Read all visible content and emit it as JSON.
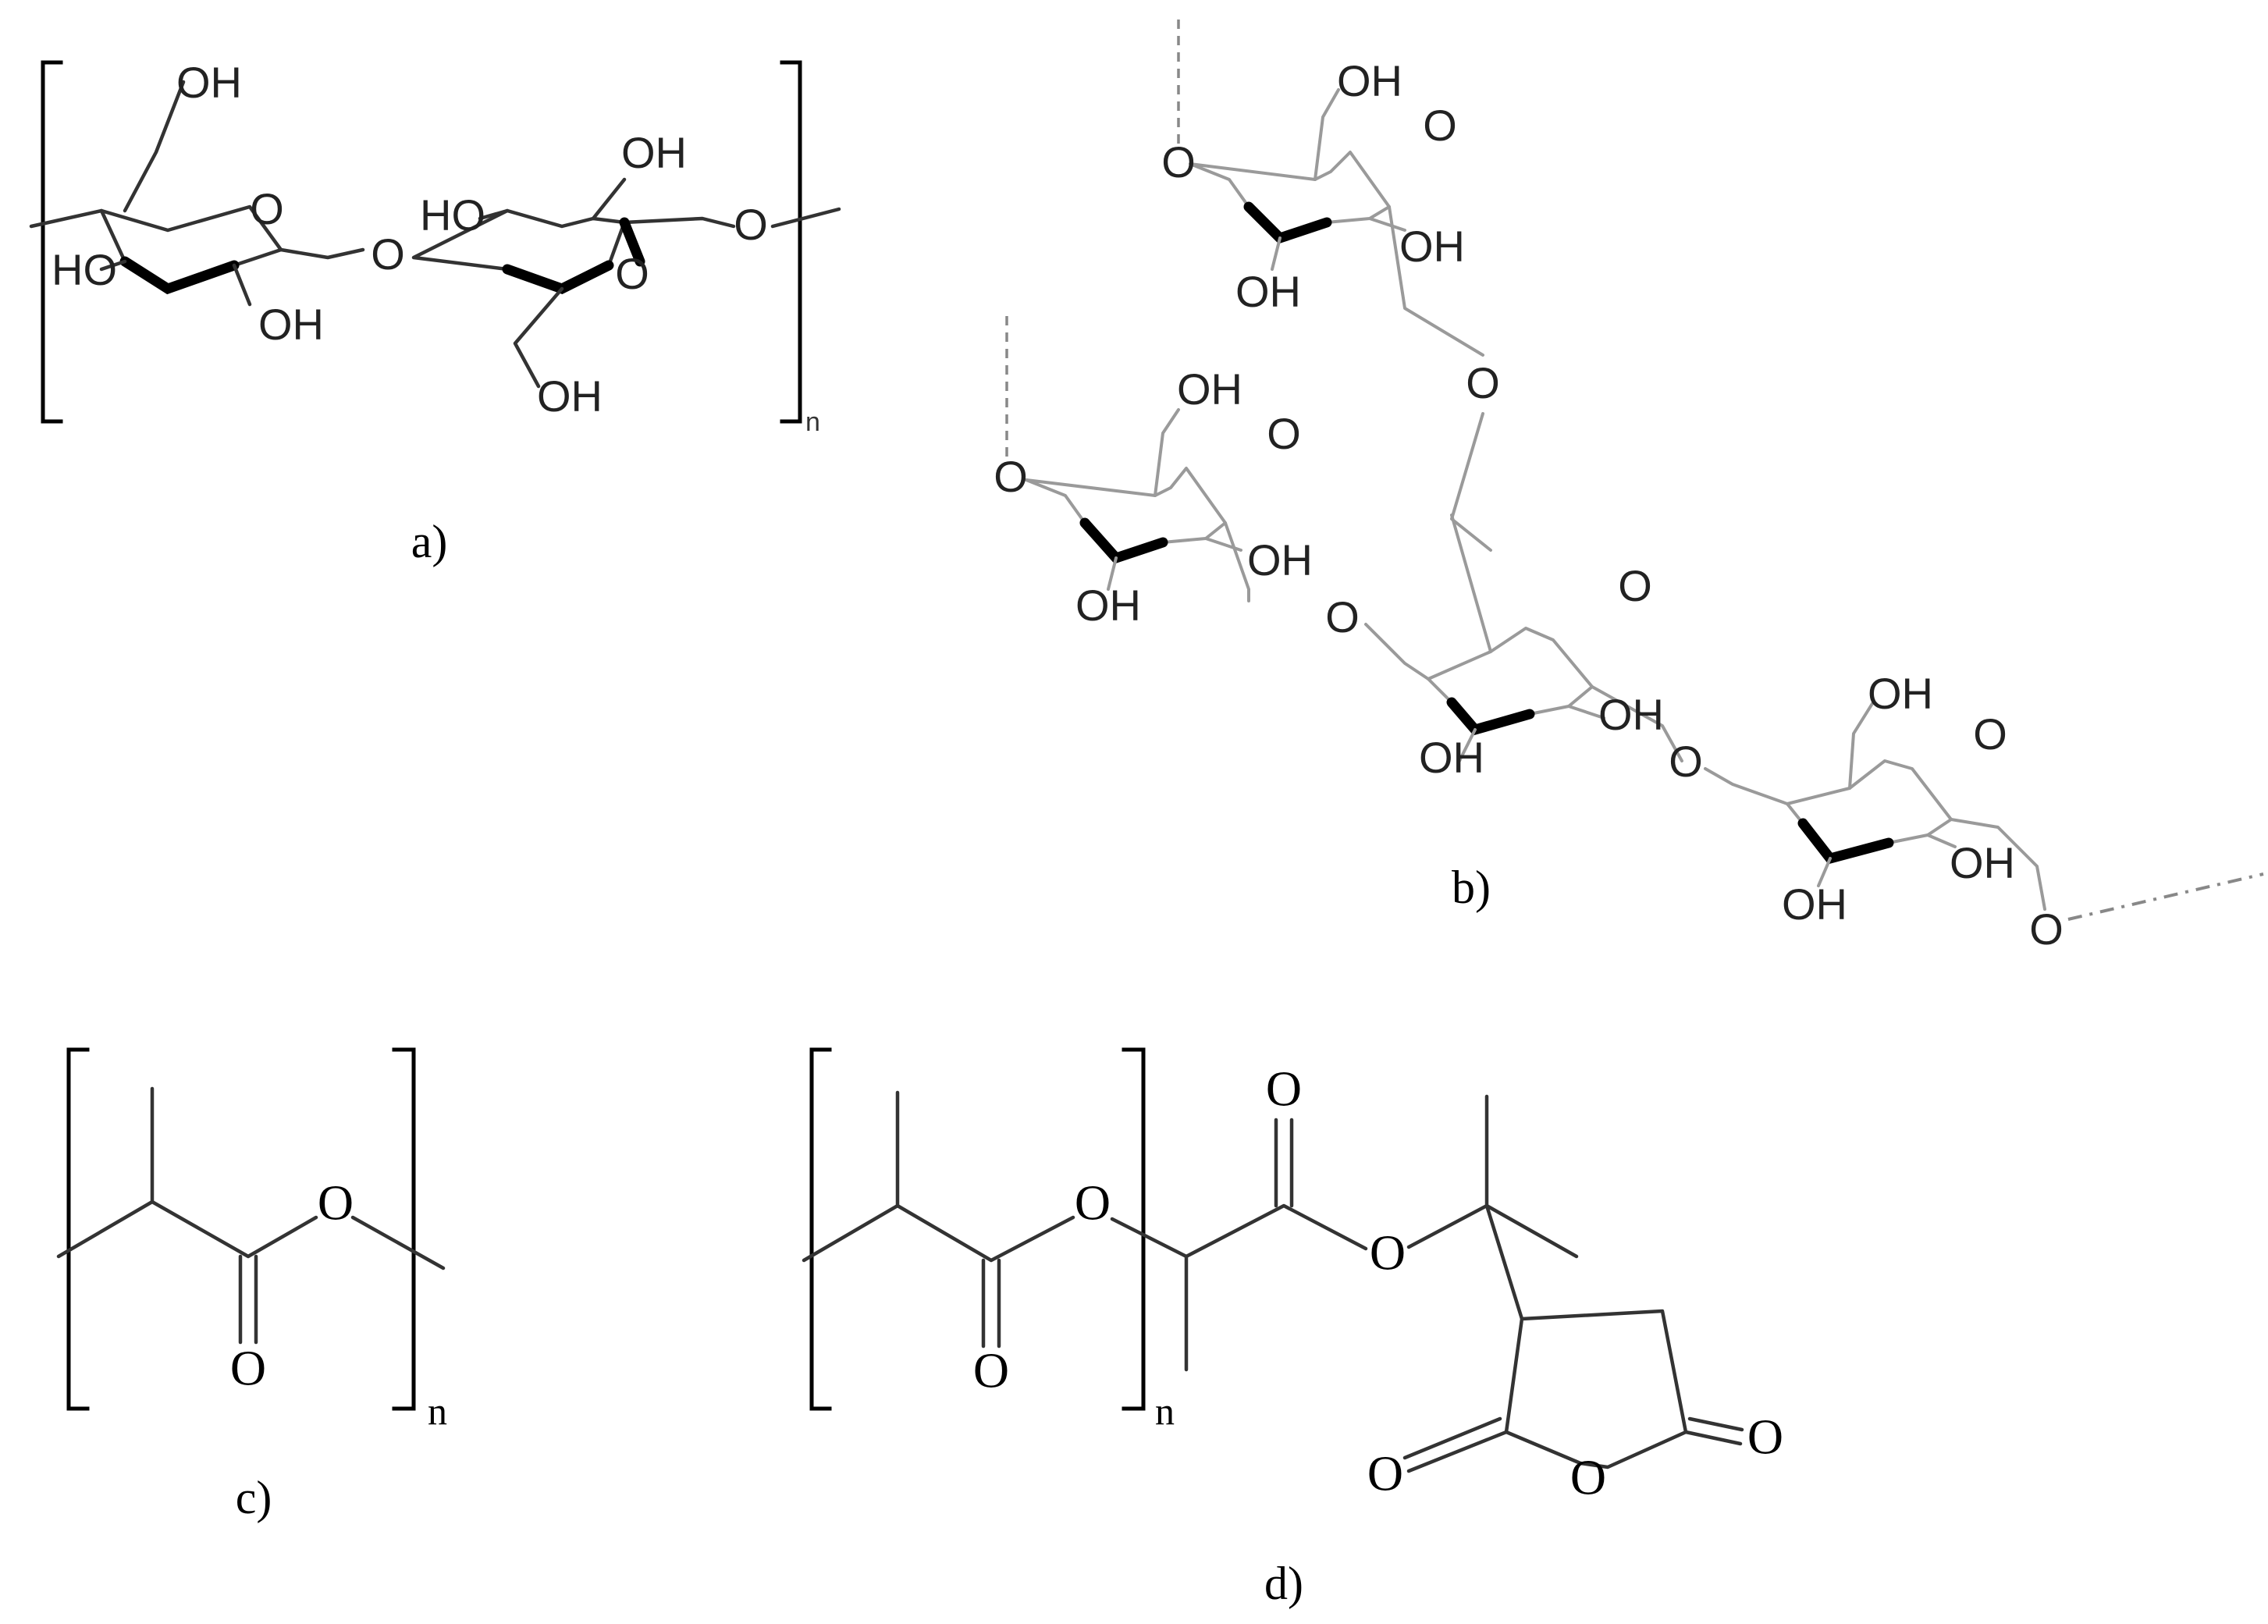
{
  "panels": {
    "a": {
      "caption": "a)",
      "repeat_index": "n",
      "atoms": {
        "oh_top": "OH",
        "o_ring1": "O",
        "ho_left": "HO",
        "oh_bottom1": "OH",
        "o_bridge": "O",
        "ho_ring2": "HO",
        "oh_right": "OH",
        "o_ring2": "O",
        "oh_bottom2": "OH",
        "o_end": "O"
      }
    },
    "b": {
      "caption": "b)",
      "atoms": {
        "t_oh": "OH",
        "t_ring_o": "O",
        "t_o_left": "O",
        "t_oh_mid": "OH",
        "t_oh_bot": "OH",
        "link_o": "O",
        "l_oh": "OH",
        "l_ring_o": "O",
        "l_o_left": "O",
        "l_oh_mid": "OH",
        "l_oh_bot": "OH",
        "l_glyco_o": "O",
        "c_ring_o": "O",
        "c_oh_mid": "OH",
        "c_oh_bot": "OH",
        "c_glyco_o": "O",
        "r_oh": "OH",
        "r_ring_o": "O",
        "r_oh_mid": "OH",
        "r_oh_bot": "OH",
        "r_end_o": "O"
      }
    },
    "c": {
      "caption": "c)",
      "repeat_index": "n",
      "atoms": {
        "ester_o": "O",
        "carbonyl_o": "O"
      }
    },
    "d": {
      "caption": "d)",
      "repeat_index": "n",
      "atoms": {
        "ester_o1": "O",
        "carbonyl_o1": "O",
        "carbonyl_o2": "O",
        "ester_o2": "O",
        "anhydride_o_left": "O",
        "anhydride_o_ring": "O",
        "anhydride_o_right": "O"
      }
    }
  }
}
